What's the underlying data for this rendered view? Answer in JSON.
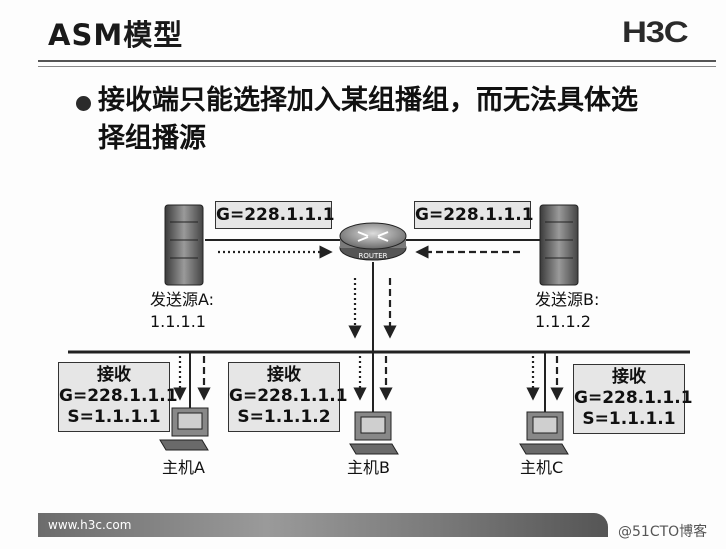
{
  "title": "ASM模型",
  "logo": "H3C",
  "bullet": "接收端只能选择加入某组播组，而无法具体选择组播源",
  "router_label": "ROUTER",
  "sources": [
    {
      "group": "G=228.1.1.1",
      "name": "发送源A:",
      "ip": "1.1.1.1"
    },
    {
      "group": "G=228.1.1.1",
      "name": "发送源B:",
      "ip": "1.1.1.2"
    }
  ],
  "hosts": [
    {
      "recv": "接收",
      "group": "G=228.1.1.1",
      "source": "S=1.1.1.1",
      "name": "主机A"
    },
    {
      "recv": "接收",
      "group": "G=228.1.1.1",
      "source": "S=1.1.1.2",
      "name": "主机B"
    },
    {
      "recv": "接收",
      "group": "G=228.1.1.1",
      "source": "S=1.1.1.1",
      "name": "主机C"
    }
  ],
  "footer_url": "www.h3c.com",
  "watermark": "@51CTO博客",
  "colors": {
    "box_fill": "#e6e6e6",
    "line": "#222222"
  }
}
